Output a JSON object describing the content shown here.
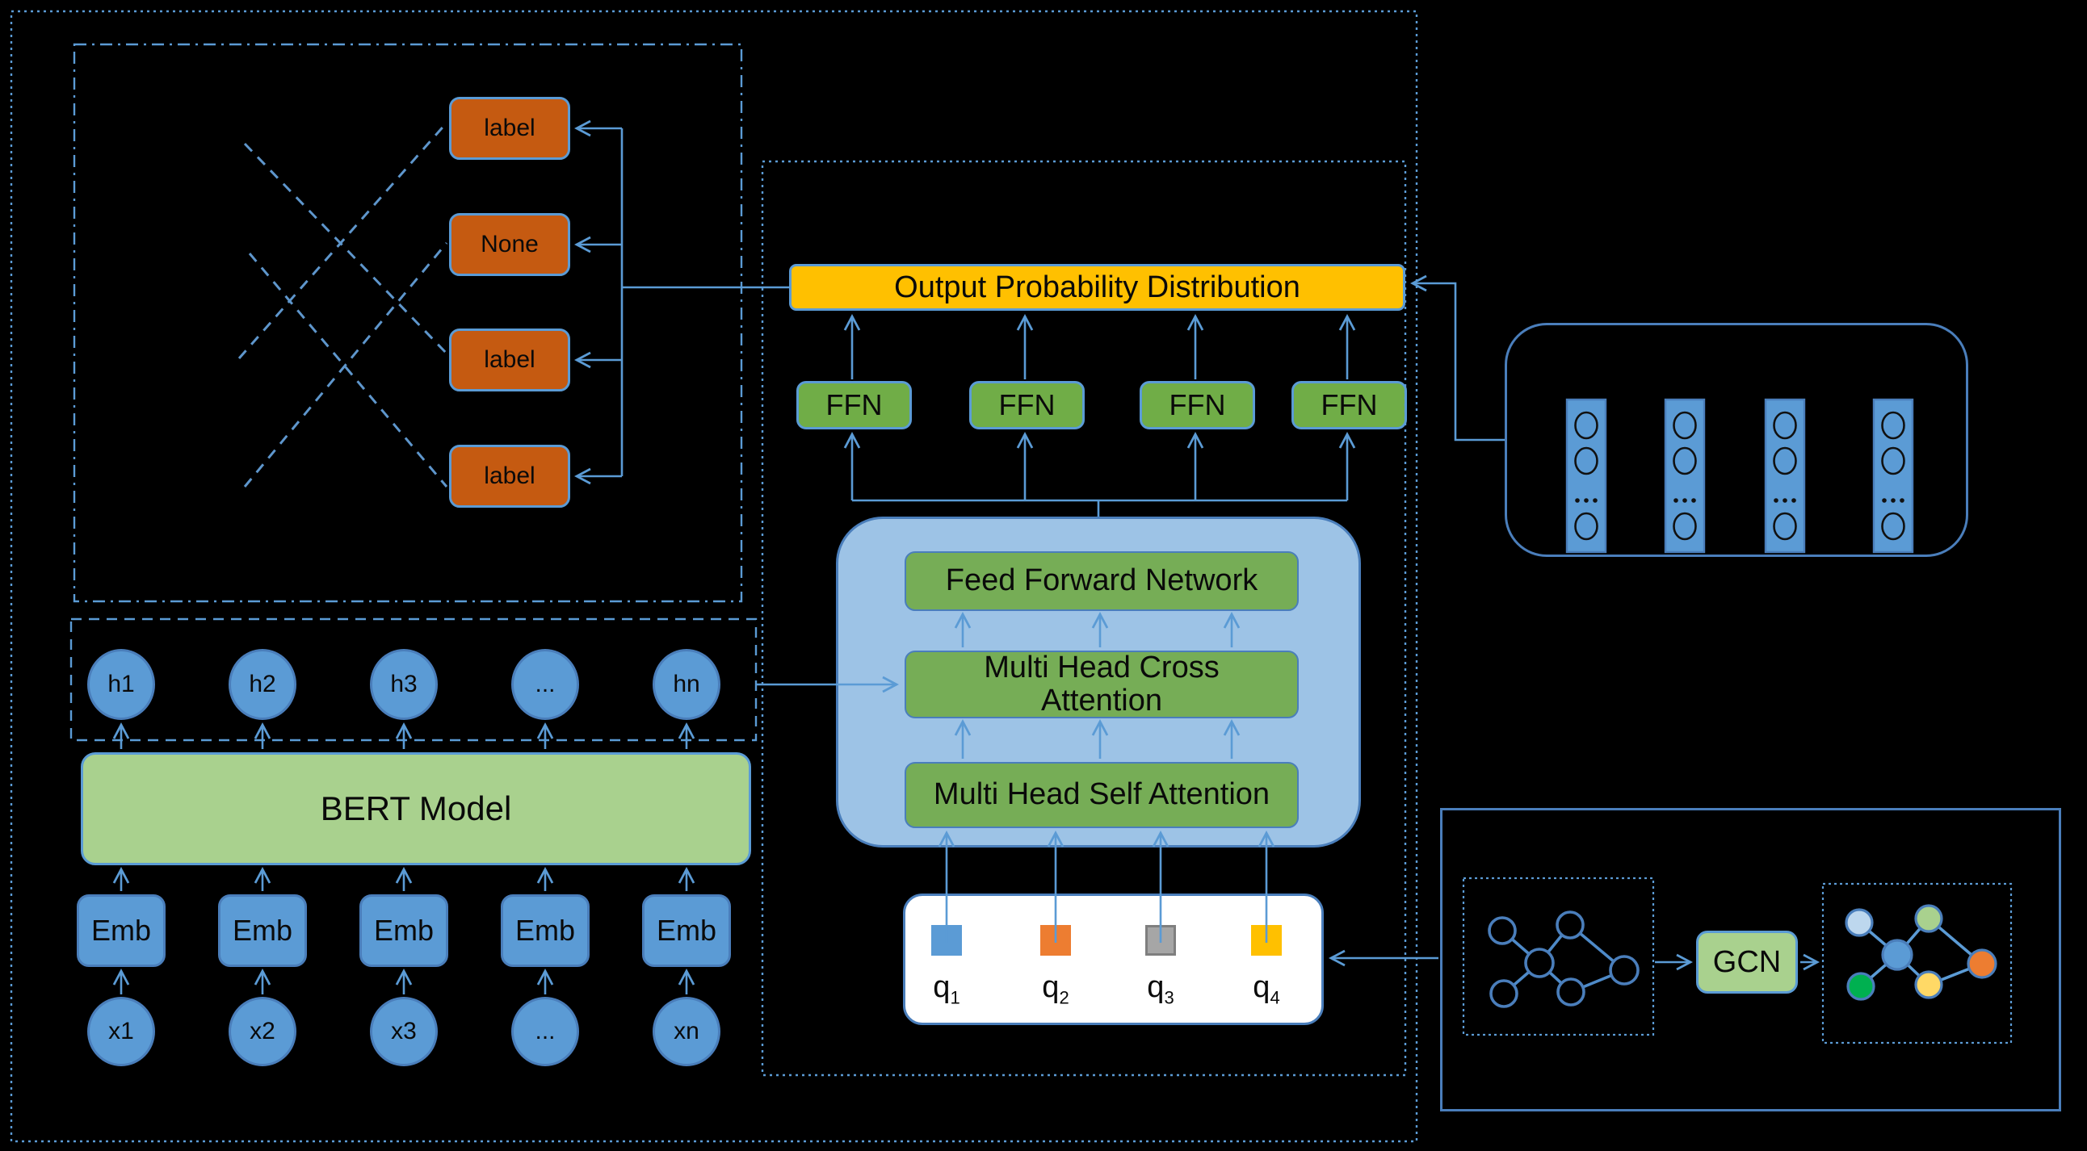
{
  "colors": {
    "background": "#000000",
    "line": "#5B9BD5",
    "line_dark": "#4A7EBB",
    "match_orange": "#C55A11",
    "prob_yellow": "#FFC000",
    "ffn_green": "#70AD47",
    "layer_green": "#76AD56",
    "decoder_fill": "#9DC3E6",
    "bert_green": "#A9D18E",
    "node_blue": "#5B9BD5",
    "qbox_white": "#FFFFFF",
    "q1_blue": "#5B9BD5",
    "q2_orange": "#ED7D31",
    "q3_gray": "#A6A6A6",
    "q3_gray_border": "#7F7F7F",
    "q4_yellow": "#FFC000",
    "gnode_lightblue": "#BDD7EE",
    "gnode_lightgreen": "#A9D18E",
    "gnode_blue": "#5B9BD5",
    "gnode_green": "#00B050",
    "gnode_yellow": "#FFD966",
    "gnode_orange": "#ED7D31"
  },
  "matching": {
    "boxes": [
      "label",
      "None",
      "label",
      "label"
    ]
  },
  "output_head": {
    "title": "Output Probability Distribution",
    "ffn": [
      "FFN",
      "FFN",
      "FFN",
      "FFN"
    ]
  },
  "decoder_block": {
    "ffn": "Feed Forward Network",
    "cross": "Multi Head Cross Attention",
    "self": "Multi Head Self Attention"
  },
  "queries": [
    {
      "base": "q",
      "sub": "1"
    },
    {
      "base": "q",
      "sub": "2"
    },
    {
      "base": "q",
      "sub": "3"
    },
    {
      "base": "q",
      "sub": "4"
    }
  ],
  "encoder": {
    "outputs": [
      "h1",
      "h2",
      "h3",
      "...",
      "hn"
    ],
    "model": "BERT Model",
    "embeddings": [
      "Emb",
      "Emb",
      "Emb",
      "Emb",
      "Emb"
    ],
    "inputs": [
      "x1",
      "x2",
      "x3",
      "...",
      "xn"
    ]
  },
  "graph_module": {
    "gcn": "GCN"
  }
}
